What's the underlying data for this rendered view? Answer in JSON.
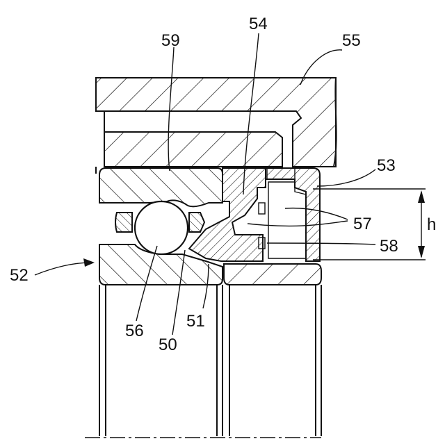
{
  "labels": {
    "n59": "59",
    "n54": "54",
    "n55": "55",
    "n53": "53",
    "n57": "57",
    "h": "h",
    "n58": "58",
    "n52": "52",
    "n56": "56",
    "n51": "51",
    "n50": "50"
  }
}
